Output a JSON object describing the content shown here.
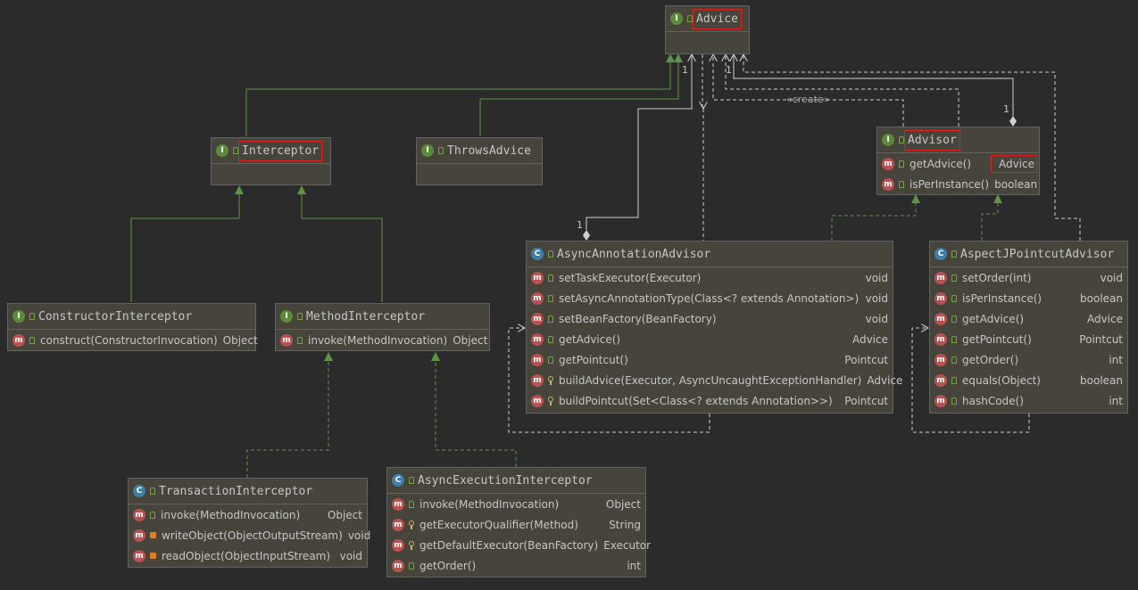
{
  "diagram": {
    "nodes": [
      {
        "id": "advice",
        "kind": "I",
        "name": "Advice",
        "highlight": true,
        "methods": []
      },
      {
        "id": "interceptor",
        "kind": "I",
        "name": "Interceptor",
        "highlight": true,
        "methods": []
      },
      {
        "id": "throwsadvice",
        "kind": "I",
        "name": "ThrowsAdvice",
        "highlight": false,
        "methods": []
      },
      {
        "id": "advisor",
        "kind": "I",
        "name": "Advisor",
        "highlight": true,
        "methods": [
          {
            "vis": "public",
            "sig": "getAdvice()",
            "ret": "Advice",
            "ret_highlight": true
          },
          {
            "vis": "public",
            "sig": "isPerInstance()",
            "ret": "boolean"
          }
        ]
      },
      {
        "id": "constructorinterceptor",
        "kind": "I",
        "name": "ConstructorInterceptor",
        "highlight": false,
        "methods": [
          {
            "vis": "public",
            "sig": "construct(ConstructorInvocation)",
            "ret": "Object"
          }
        ]
      },
      {
        "id": "methodinterceptor",
        "kind": "I",
        "name": "MethodInterceptor",
        "highlight": false,
        "methods": [
          {
            "vis": "public",
            "sig": "invoke(MethodInvocation)",
            "ret": "Object"
          }
        ]
      },
      {
        "id": "asyncannotationadvisor",
        "kind": "C",
        "name": "AsyncAnnotationAdvisor",
        "highlight": false,
        "methods": [
          {
            "vis": "public",
            "sig": "setTaskExecutor(Executor)",
            "ret": "void"
          },
          {
            "vis": "public",
            "sig": "setAsyncAnnotationType(Class<? extends Annotation>)",
            "ret": "void"
          },
          {
            "vis": "public",
            "sig": "setBeanFactory(BeanFactory)",
            "ret": "void"
          },
          {
            "vis": "public",
            "sig": "getAdvice()",
            "ret": "Advice"
          },
          {
            "vis": "public",
            "sig": "getPointcut()",
            "ret": "Pointcut"
          },
          {
            "vis": "protected",
            "sig": "buildAdvice(Executor, AsyncUncaughtExceptionHandler)",
            "ret": "Advice"
          },
          {
            "vis": "protected",
            "sig": "buildPointcut(Set<Class<? extends Annotation>>)",
            "ret": "Pointcut"
          }
        ]
      },
      {
        "id": "aspectjpointcutadvisor",
        "kind": "C",
        "name": "AspectJPointcutAdvisor",
        "highlight": false,
        "methods": [
          {
            "vis": "public",
            "sig": "setOrder(int)",
            "ret": "void"
          },
          {
            "vis": "public",
            "sig": "isPerInstance()",
            "ret": "boolean"
          },
          {
            "vis": "public",
            "sig": "getAdvice()",
            "ret": "Advice"
          },
          {
            "vis": "public",
            "sig": "getPointcut()",
            "ret": "Pointcut"
          },
          {
            "vis": "public",
            "sig": "getOrder()",
            "ret": "int"
          },
          {
            "vis": "public",
            "sig": "equals(Object)",
            "ret": "boolean"
          },
          {
            "vis": "public",
            "sig": "hashCode()",
            "ret": "int"
          }
        ]
      },
      {
        "id": "transactioninterceptor",
        "kind": "C",
        "name": "TransactionInterceptor",
        "highlight": false,
        "methods": [
          {
            "vis": "public",
            "sig": "invoke(MethodInvocation)",
            "ret": "Object"
          },
          {
            "vis": "private",
            "sig": "writeObject(ObjectOutputStream)",
            "ret": "void"
          },
          {
            "vis": "private",
            "sig": "readObject(ObjectInputStream)",
            "ret": "void"
          }
        ]
      },
      {
        "id": "asyncexecutioninterceptor",
        "kind": "C",
        "name": "AsyncExecutionInterceptor",
        "highlight": false,
        "methods": [
          {
            "vis": "public",
            "sig": "invoke(MethodInvocation)",
            "ret": "Object"
          },
          {
            "vis": "protected",
            "sig": "getExecutorQualifier(Method)",
            "ret": "String"
          },
          {
            "vis": "protected",
            "sig": "getDefaultExecutor(BeanFactory)",
            "ret": "Executor"
          },
          {
            "vis": "public",
            "sig": "getOrder()",
            "ret": "int"
          }
        ]
      }
    ],
    "relations": [
      {
        "from": "interceptor",
        "to": "advice",
        "type": "extends"
      },
      {
        "from": "throwsadvice",
        "to": "advice",
        "type": "extends"
      },
      {
        "from": "constructorinterceptor",
        "to": "interceptor",
        "type": "extends"
      },
      {
        "from": "methodinterceptor",
        "to": "interceptor",
        "type": "extends"
      },
      {
        "from": "transactioninterceptor",
        "to": "methodinterceptor",
        "type": "implements"
      },
      {
        "from": "asyncexecutioninterceptor",
        "to": "methodinterceptor",
        "type": "implements"
      },
      {
        "from": "asyncannotationadvisor",
        "to": "advisor",
        "type": "implements"
      },
      {
        "from": "aspectjpointcutadvisor",
        "to": "advisor",
        "type": "implements"
      },
      {
        "from": "asyncannotationadvisor",
        "to": "advice",
        "type": "aggregation",
        "multiplicity": "1"
      },
      {
        "from": "advisor",
        "to": "advice",
        "type": "aggregation",
        "multiplicity": "1"
      },
      {
        "from": "advisor",
        "to": "advice",
        "type": "dependency",
        "label": "«create»"
      }
    ],
    "labels": {
      "mult_one": "1",
      "create_stereotype": "«create»"
    },
    "colors": {
      "background": "#2b2b2b",
      "node_fill": "#46443b",
      "node_border": "#636363",
      "edge_solid": "#5f9447",
      "edge_dashed": "#cfcfcf",
      "highlight": "#e0211f",
      "interface_badge": "#5b8a3a",
      "class_badge": "#3d7fa6",
      "method_badge": "#b75252"
    }
  }
}
